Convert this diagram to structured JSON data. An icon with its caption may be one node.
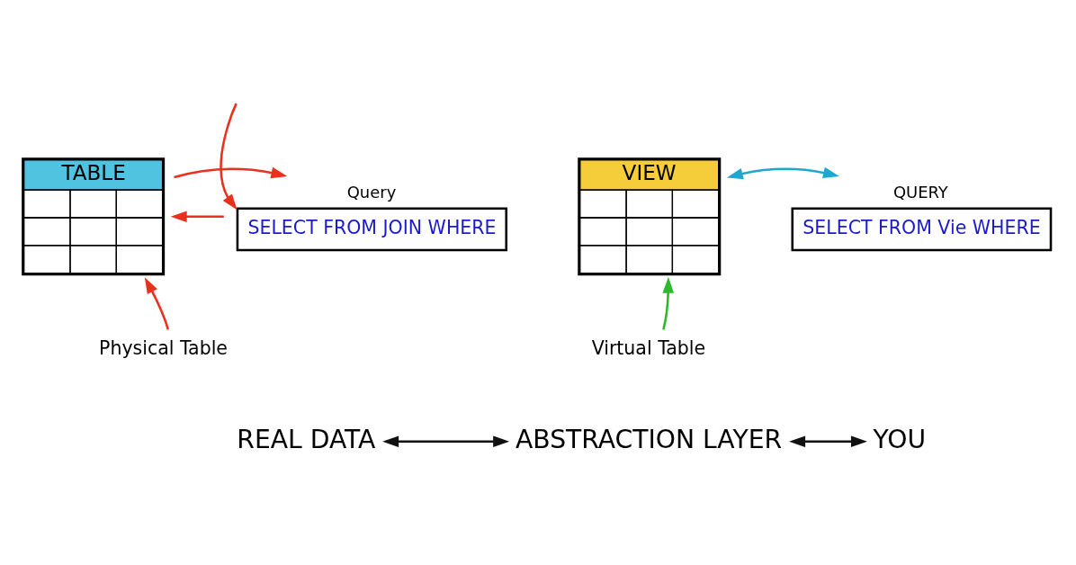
{
  "diagram": {
    "nodes": [
      {
        "text": [
          "TABLE"
        ]
      },
      {
        "text": [
          "Query",
          "SELECT FROM JOIN WHERE"
        ]
      },
      {
        "text": [
          "VIEW"
        ]
      },
      {
        "text": [
          "QUERY",
          "SELECT FROM Vie WHERE"
        ]
      },
      {
        "text": [
          "Physical Table"
        ]
      },
      {
        "text": [
          "Virtual Table"
        ]
      },
      {
        "text": [
          "REAL DATA"
        ]
      },
      {
        "text": [
          "ABSTRACTION LAYER"
        ]
      },
      {
        "text": [
          "YOU"
        ]
      }
    ],
    "edges": [
      {
        "from": 1,
        "to": 0,
        "arrow": "to",
        "color": "#e8321e"
      },
      {
        "from": 0,
        "to": 1,
        "arrow": "to",
        "color": "#e8321e"
      },
      {
        "from": 2,
        "to": 3,
        "arrow": "both",
        "color": "#1ea8d0"
      },
      {
        "from": 4,
        "to": 0,
        "arrow": "to",
        "color": "#e8321e"
      },
      {
        "from": 5,
        "to": 2,
        "arrow": "to",
        "color": "#2db82d"
      },
      {
        "from": null,
        "to": 1,
        "arrow": "to",
        "color": "#e8321e"
      },
      {
        "from": 6,
        "to": 7,
        "arrow": "both",
        "color": "#111111"
      },
      {
        "from": 7,
        "to": 8,
        "arrow": "both",
        "color": "#111111"
      }
    ]
  }
}
